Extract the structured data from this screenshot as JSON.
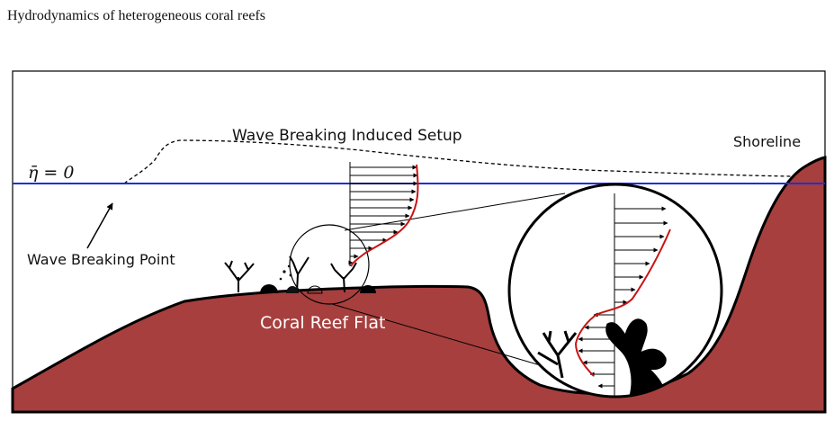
{
  "header": {
    "title": "Hydrodynamics of heterogeneous coral reefs"
  },
  "diagram": {
    "labels": {
      "mean_water_level": "η̄ = 0",
      "setup": "Wave Breaking Induced Setup",
      "shoreline": "Shoreline",
      "breaking_point": "Wave Breaking Point",
      "reef_flat": "Coral Reef Flat"
    },
    "colors": {
      "reef": "#a63f3e",
      "water_line": "#1f2fd6",
      "velocity_profile": "#c81414",
      "outline": "#000000"
    }
  }
}
